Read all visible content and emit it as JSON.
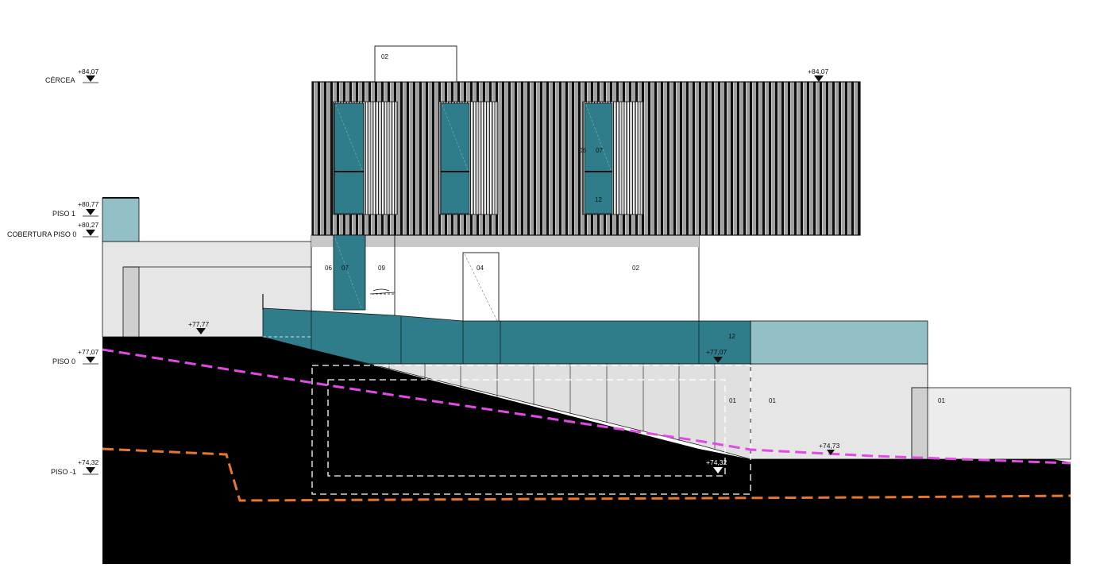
{
  "levels": {
    "cercea": {
      "label": "CÉRCEA",
      "value": "+84,07"
    },
    "cercea_right": {
      "value": "+84,07"
    },
    "piso1": {
      "label": "PISO 1",
      "value": "+80,77"
    },
    "cobertura": {
      "label": "COBERTURA PISO 0",
      "value": "+80,27"
    },
    "piso0": {
      "label": "PISO 0",
      "value": "+77,07"
    },
    "terrain_left": {
      "value": "+77,77"
    },
    "piso0_inner": {
      "value": "+77,07"
    },
    "pisom1": {
      "label": "PISO -1",
      "value": "+74,32"
    },
    "pisom1_inner": {
      "value": "+74,32"
    },
    "terrain_right": {
      "value": "+74,73"
    }
  },
  "tags": {
    "roof_box": "02",
    "upper_06": "06",
    "upper_07": "07",
    "upper_12": "12",
    "lower_06": "06",
    "lower_07": "07",
    "lower_09": "09",
    "lower_04": "04",
    "lower_02": "02",
    "wall_12": "12",
    "wall_01a": "01",
    "wall_01b": "01",
    "wall_01c": "01"
  },
  "colors": {
    "teal_dark": "#2f7d8a",
    "teal_light": "#93bfc6",
    "ground": "#000000",
    "wall_grey": "#e6e6e6",
    "slab_grey": "#c8c8c8",
    "terrain_line_magenta": "#e24ae6",
    "terrain_line_orange": "#e8772e"
  }
}
